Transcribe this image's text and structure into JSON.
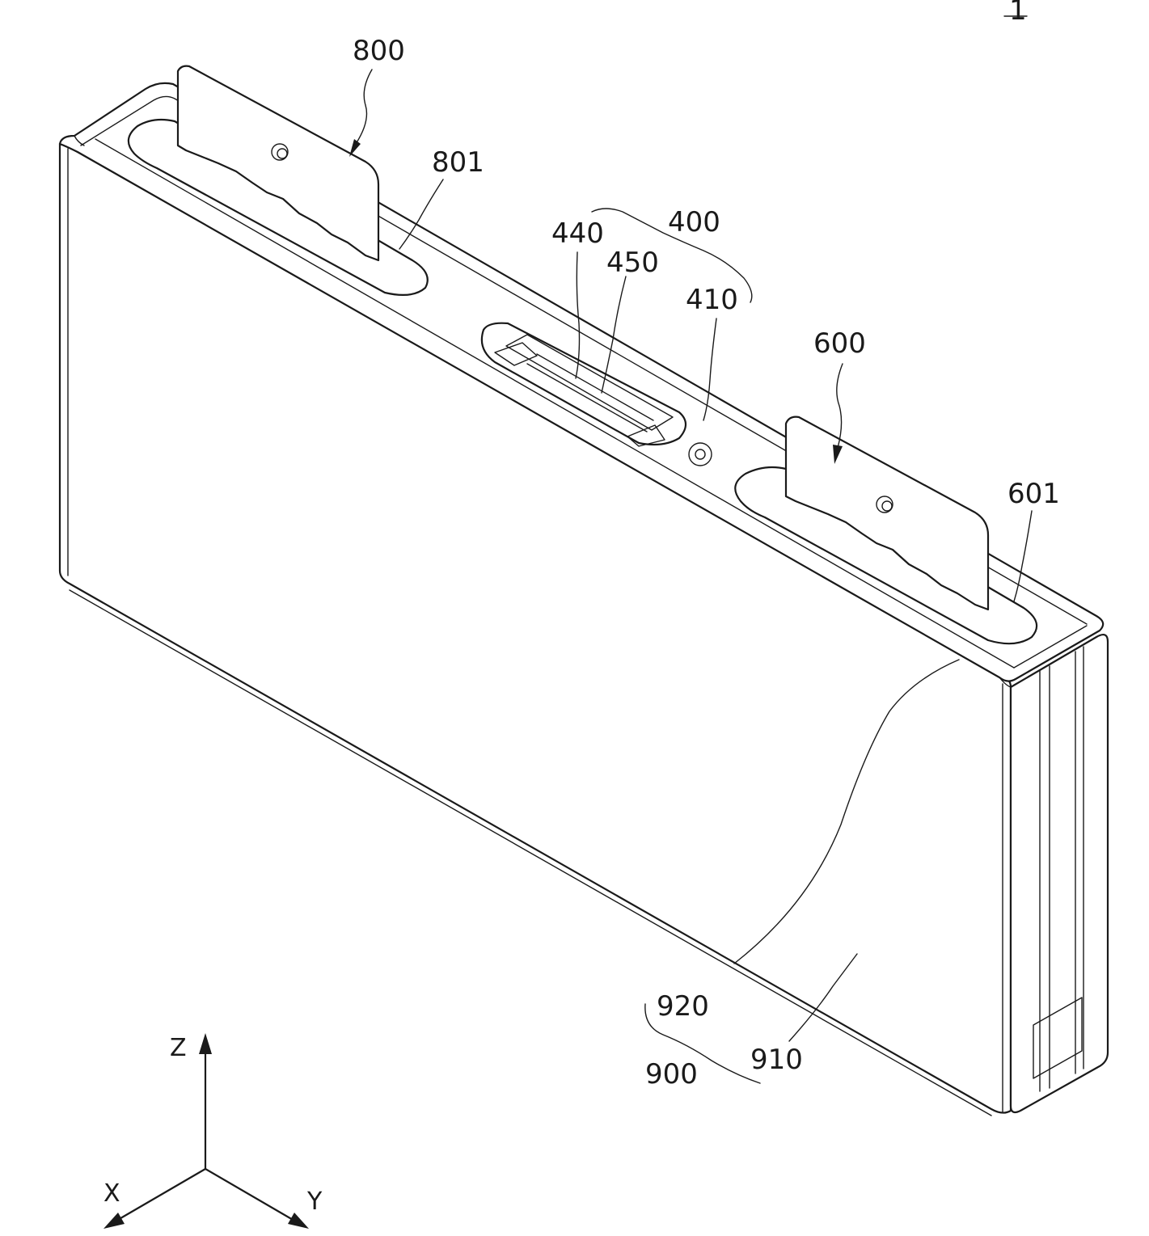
{
  "figure": {
    "ref_mark": "1",
    "labels": {
      "l800": "800",
      "l801": "801",
      "l400": "400",
      "l440": "440",
      "l450": "450",
      "l410": "410",
      "l600": "600",
      "l601": "601",
      "l920": "920",
      "l900": "900",
      "l910": "910"
    },
    "axes": {
      "z": "Z",
      "x": "X",
      "y": "Y"
    }
  }
}
